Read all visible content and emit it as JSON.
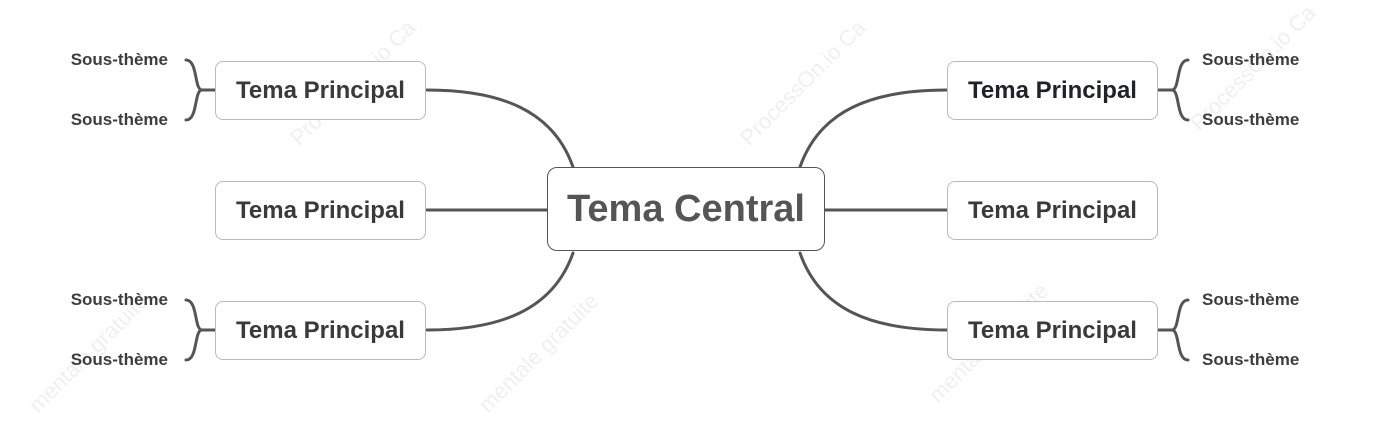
{
  "central": {
    "label": "Tema Central"
  },
  "main_topics": [
    {
      "label": "Tema Principal"
    },
    {
      "label": "Tema Principal"
    },
    {
      "label": "Tema Principal"
    },
    {
      "label": "Tema Principal"
    },
    {
      "label": "Tema Principal"
    },
    {
      "label": "Tema Principal"
    }
  ],
  "subtopics": {
    "top_left": [
      "Sous-thème",
      "Sous-thème"
    ],
    "bottom_left": [
      "Sous-thème",
      "Sous-thème"
    ],
    "top_right": [
      "Sous-thème",
      "Sous-thème"
    ],
    "bottom_right": [
      "Sous-thème",
      "Sous-thème"
    ]
  },
  "watermarks": {
    "processon": "ProcessOn.io Ca",
    "mentale": "mentale gratuite"
  },
  "colors": {
    "connector": "#555555",
    "central_text": "#555555",
    "node_border": "#b9b9b9"
  }
}
